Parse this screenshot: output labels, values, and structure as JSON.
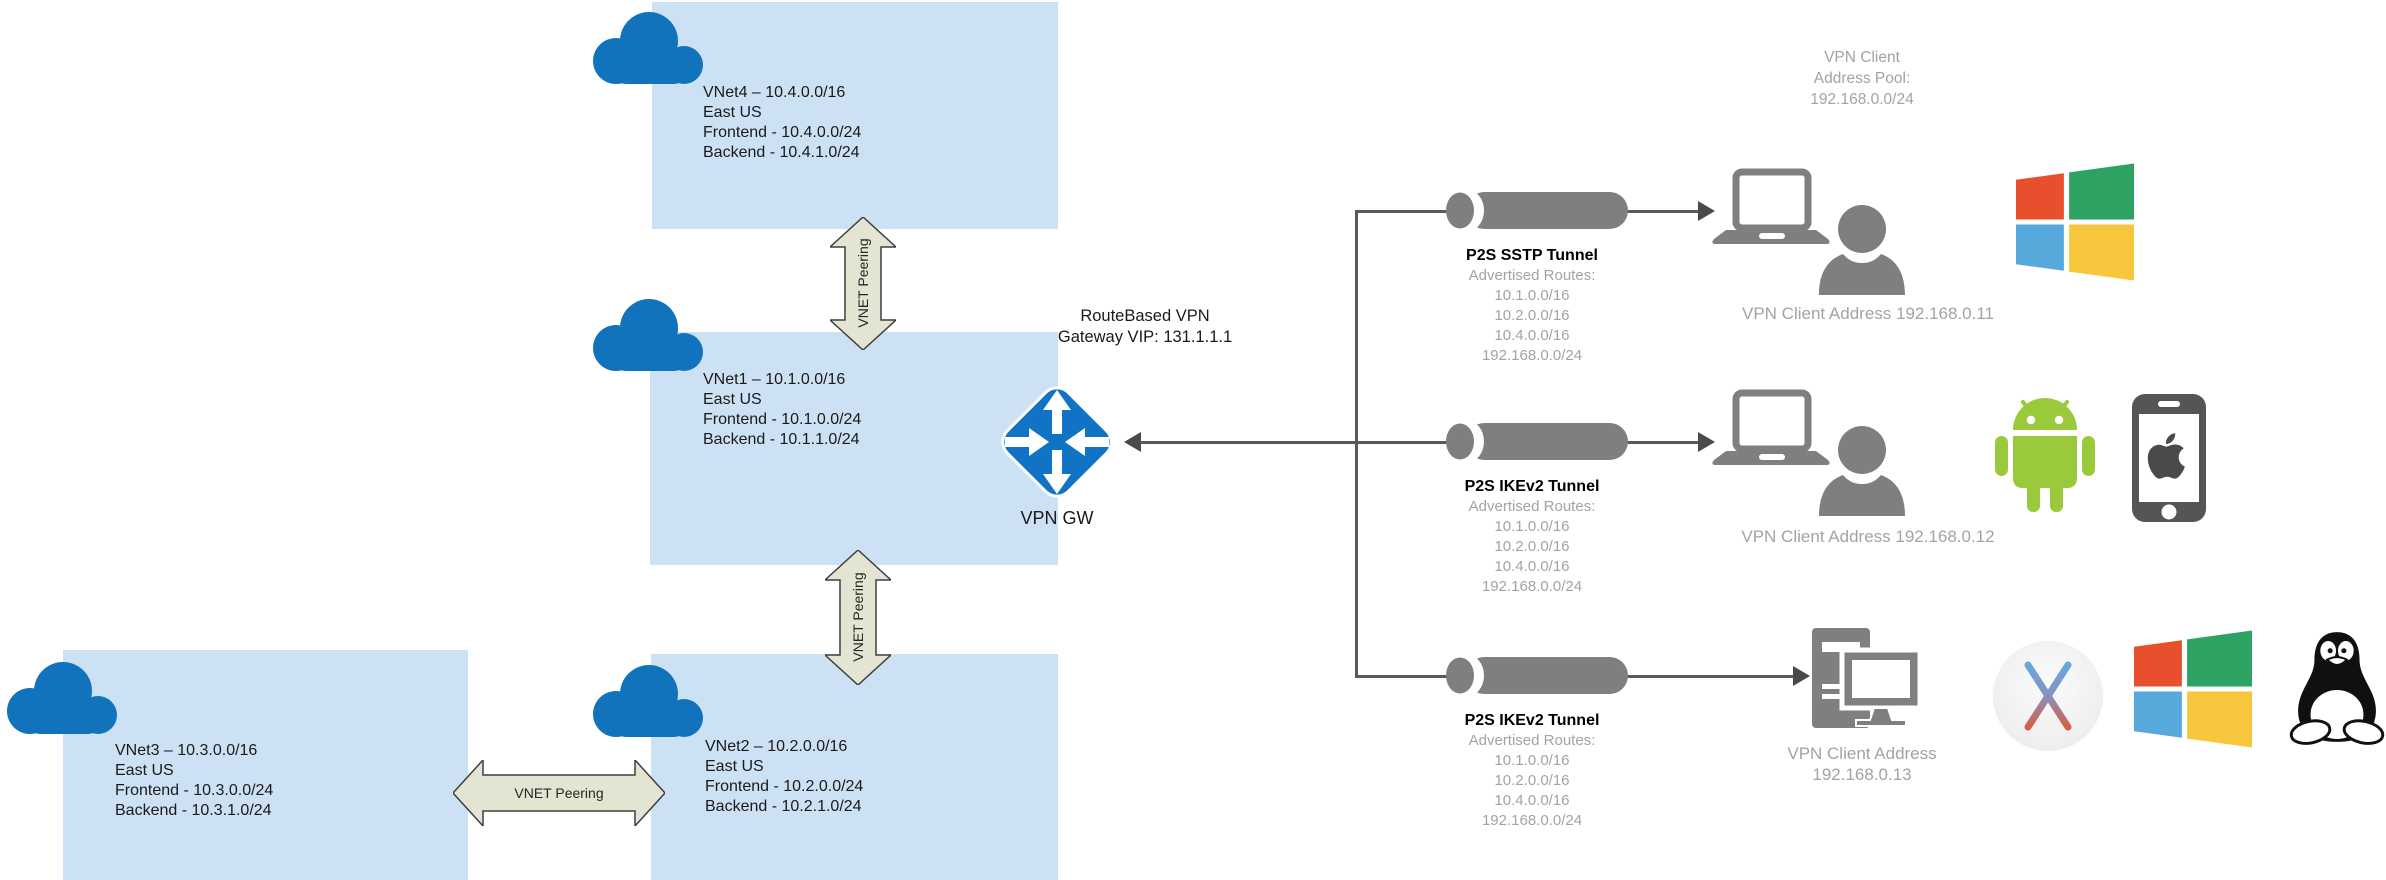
{
  "colors": {
    "vnet_fill": "#cde1f4",
    "cloud_blue": "#1173bc",
    "gateway_blue": "#1173c6",
    "tunnel_gray": "#7f7f7f",
    "device_gray": "#7f7f7f",
    "line_gray": "#595959",
    "muted_text": "#a3a3a3",
    "peering_fill": "#e4e4d2",
    "peering_stroke": "#3f3f3f",
    "android_green": "#9aca3c",
    "windows_red": "#e8502d",
    "windows_green": "#2da262",
    "windows_blue": "#57a8db",
    "windows_yellow": "#f8c63d"
  },
  "vnets": {
    "vnet4": {
      "title": "VNet4 – 10.4.0.0/16",
      "region": "East US",
      "frontend": "Frontend - 10.4.0.0/24",
      "backend": "Backend - 10.4.1.0/24"
    },
    "vnet1": {
      "title": "VNet1 – 10.1.0.0/16",
      "region": "East US",
      "frontend": "Frontend - 10.1.0.0/24",
      "backend": "Backend - 10.1.1.0/24"
    },
    "vnet2": {
      "title": "VNet2 – 10.2.0.0/16",
      "region": "East US",
      "frontend": "Frontend - 10.2.0.0/24",
      "backend": "Backend - 10.2.1.0/24"
    },
    "vnet3": {
      "title": "VNet3 – 10.3.0.0/16",
      "region": "East US",
      "frontend": "Frontend - 10.3.0.0/24",
      "backend": "Backend - 10.3.1.0/24"
    }
  },
  "peering": {
    "label": "VNET Peering"
  },
  "gateway": {
    "info_line1": "RouteBased VPN",
    "info_line2": "Gateway VIP: 131.1.1.1",
    "label": "VPN GW"
  },
  "address_pool": {
    "line1": "VPN Client",
    "line2": "Address Pool:",
    "line3": "192.168.0.0/24"
  },
  "tunnels": [
    {
      "title": "P2S SSTP Tunnel",
      "routes_label": "Advertised Routes:",
      "routes": [
        "10.1.0.0/16",
        "10.2.0.0/16",
        "10.4.0.0/16",
        "192.168.0.0/24"
      ]
    },
    {
      "title": "P2S IKEv2 Tunnel",
      "routes_label": "Advertised Routes:",
      "routes": [
        "10.1.0.0/16",
        "10.2.0.0/16",
        "10.4.0.0/16",
        "192.168.0.0/24"
      ]
    },
    {
      "title": "P2S IKEv2 Tunnel",
      "routes_label": "Advertised Routes:",
      "routes": [
        "10.1.0.0/16",
        "10.2.0.0/16",
        "10.4.0.0/16",
        "192.168.0.0/24"
      ]
    }
  ],
  "clients": [
    {
      "address": "VPN Client Address 192.168.0.11"
    },
    {
      "address": "VPN Client Address 192.168.0.12"
    },
    {
      "address_line1": "VPN Client Address",
      "address_line2": "192.168.0.13"
    }
  ]
}
